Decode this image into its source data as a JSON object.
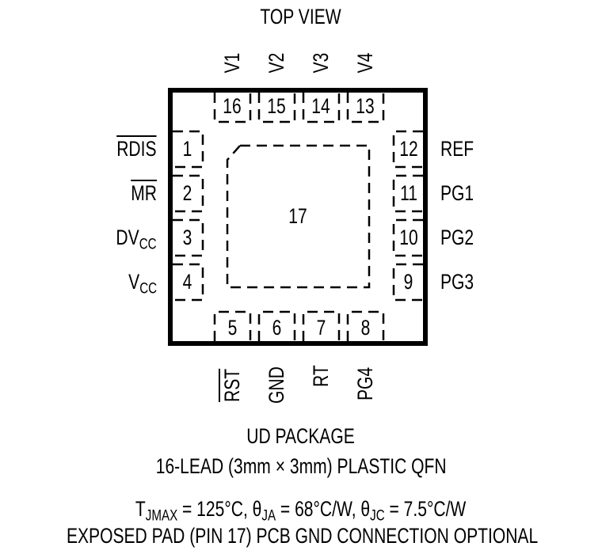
{
  "header": {
    "title": "TOP VIEW"
  },
  "package": {
    "outline_color": "#000000",
    "exposed_pad": {
      "number": "17"
    },
    "pins_top": [
      {
        "number": "16",
        "name": "V1"
      },
      {
        "number": "15",
        "name": "V2"
      },
      {
        "number": "14",
        "name": "V3"
      },
      {
        "number": "13",
        "name": "V4"
      }
    ],
    "pins_left": [
      {
        "number": "1",
        "name": "RDIS",
        "overbar": true
      },
      {
        "number": "2",
        "name": "MR",
        "overbar": true
      },
      {
        "number": "3",
        "name": "DV",
        "sub": "CC"
      },
      {
        "number": "4",
        "name": "V",
        "sub": "CC"
      }
    ],
    "pins_right": [
      {
        "number": "12",
        "name": "REF"
      },
      {
        "number": "11",
        "name": "PG1"
      },
      {
        "number": "10",
        "name": "PG2"
      },
      {
        "number": "9",
        "name": "PG3"
      }
    ],
    "pins_bottom": [
      {
        "number": "5",
        "name": "RST",
        "overbar": true
      },
      {
        "number": "6",
        "name": "GND"
      },
      {
        "number": "7",
        "name": "RT"
      },
      {
        "number": "8",
        "name": "PG4"
      }
    ]
  },
  "footer": {
    "package_name": "UD PACKAGE",
    "package_desc": "16-LEAD (3mm × 3mm) PLASTIC QFN",
    "thermal": {
      "tj_symbol": "T",
      "tj_sub": "JMAX",
      "tj_value": " = 125°C, ",
      "tja_symbol": "θ",
      "tja_sub": "JA",
      "tja_value": " = 68°C/W, ",
      "tjc_symbol": "θ",
      "tjc_sub": "JC",
      "tjc_value": " = 7.5°C/W"
    },
    "exposed_pad_note": "EXPOSED PAD (PIN 17) PCB GND CONNECTION OPTIONAL"
  }
}
